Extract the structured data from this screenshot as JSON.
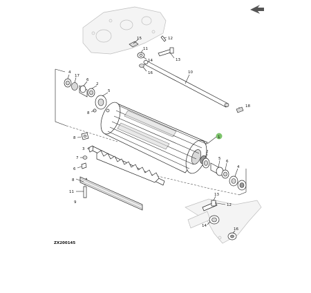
{
  "figure_ref": "ZX200145",
  "colors": {
    "highlight_badge": "#7cc36b",
    "arrow": "#555555"
  },
  "callouts": [
    {
      "id": "c15a",
      "label": "15"
    },
    {
      "id": "c11a",
      "label": "11"
    },
    {
      "id": "c12a",
      "label": "12"
    },
    {
      "id": "c13a",
      "label": "13"
    },
    {
      "id": "c14a",
      "label": "14"
    },
    {
      "id": "c16a",
      "label": "16"
    },
    {
      "id": "c10",
      "label": "10"
    },
    {
      "id": "c4a",
      "label": "4"
    },
    {
      "id": "c17",
      "label": "17"
    },
    {
      "id": "c6a",
      "label": "6"
    },
    {
      "id": "c2a",
      "label": "2"
    },
    {
      "id": "c5a",
      "label": "5"
    },
    {
      "id": "c8a",
      "label": "8"
    },
    {
      "id": "c18",
      "label": "18"
    },
    {
      "id": "c1",
      "label": "1"
    },
    {
      "id": "c8b",
      "label": "8"
    },
    {
      "id": "c3",
      "label": "3"
    },
    {
      "id": "c7",
      "label": "7"
    },
    {
      "id": "c6b",
      "label": "6"
    },
    {
      "id": "c8c",
      "label": "8"
    },
    {
      "id": "c11b",
      "label": "11"
    },
    {
      "id": "c9",
      "label": "9"
    },
    {
      "id": "c2b",
      "label": "2"
    },
    {
      "id": "c5b",
      "label": "5"
    },
    {
      "id": "c6c",
      "label": "6"
    },
    {
      "id": "c4b",
      "label": "4"
    },
    {
      "id": "c13b",
      "label": "13"
    },
    {
      "id": "c12b",
      "label": "12"
    },
    {
      "id": "c14b",
      "label": "14"
    },
    {
      "id": "c16b",
      "label": "16"
    }
  ]
}
